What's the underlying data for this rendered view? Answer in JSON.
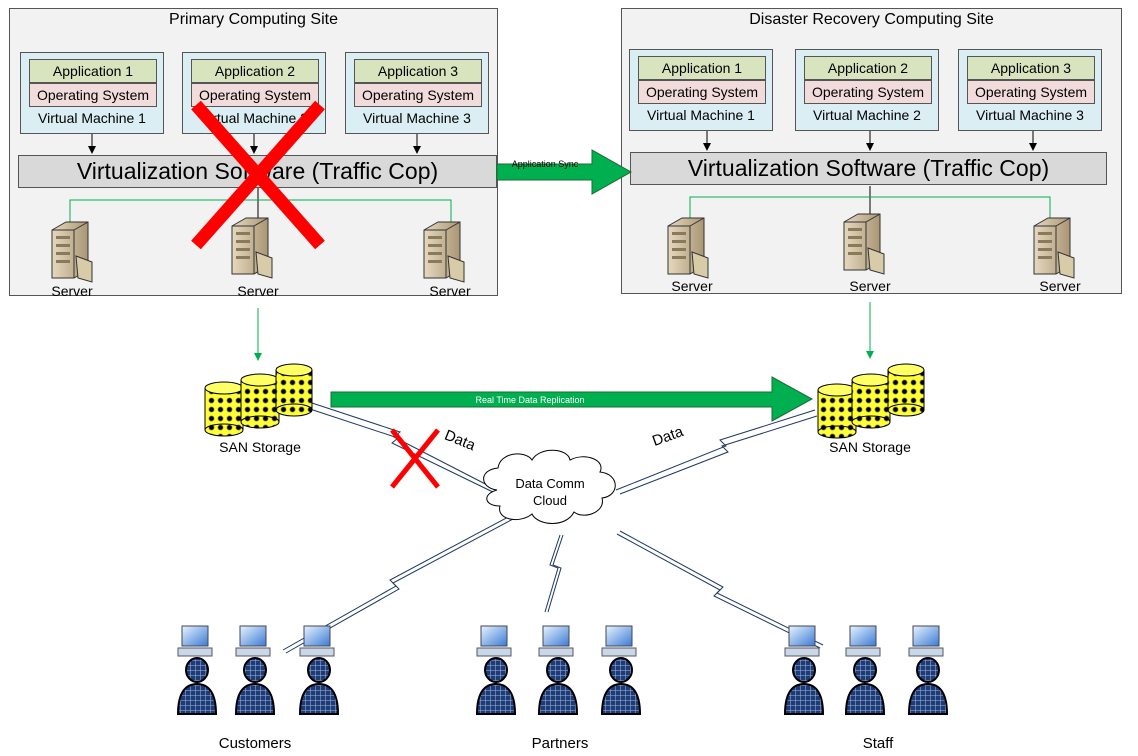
{
  "primary_site": {
    "title": "Primary Computing Site",
    "vms": [
      {
        "application": "Application 1",
        "os": "Operating System",
        "name": "Virtual Machine 1"
      },
      {
        "application": "Application 2",
        "os": "Operating System",
        "name": "Virtual Machine 2"
      },
      {
        "application": "Application 3",
        "os": "Operating System",
        "name": "Virtual Machine 3"
      }
    ],
    "virtualization": "Virtualization Software (Traffic Cop)",
    "servers": [
      "Server",
      "Server",
      "Server"
    ],
    "status": "failed"
  },
  "dr_site": {
    "title": "Disaster Recovery Computing Site",
    "vms": [
      {
        "application": "Application 1",
        "os": "Operating System",
        "name": "Virtual Machine 1"
      },
      {
        "application": "Application 2",
        "os": "Operating System",
        "name": "Virtual Machine 2"
      },
      {
        "application": "Application 3",
        "os": "Operating System",
        "name": "Virtual Machine 3"
      }
    ],
    "virtualization": "Virtualization Software (Traffic Cop)",
    "servers": [
      "Server",
      "Server",
      "Server"
    ]
  },
  "links": {
    "application_sync": "Application Sync",
    "data_replication": "Real Time Data Replication",
    "data_left": "Data",
    "data_right": "Data"
  },
  "storage": {
    "left": "SAN Storage",
    "right": "SAN Storage"
  },
  "cloud": {
    "line1": "Data Comm",
    "line2": "Cloud"
  },
  "user_groups": [
    "Customers",
    "Partners",
    "Staff"
  ],
  "colors": {
    "site_bg": "#f2f2f2",
    "vm_bg": "#daeef3",
    "app_bg": "#d7e4bd",
    "os_bg": "#f2dcdb",
    "virt_bg": "#d9d9d9",
    "arrow_green": "#00b050",
    "failure_x": "#ff0000",
    "link_blue": "#1f3864"
  }
}
